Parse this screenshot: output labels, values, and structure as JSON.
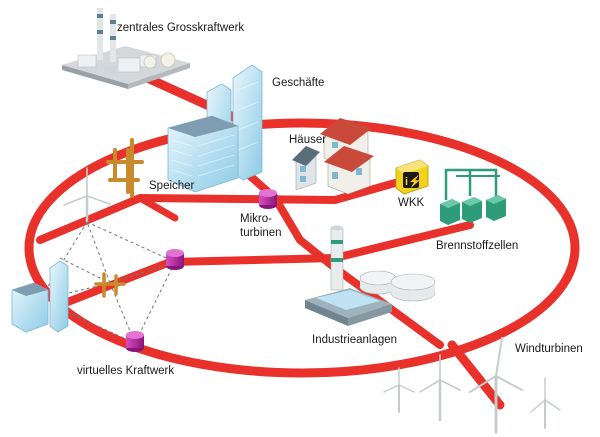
{
  "labels": {
    "grosskraftwerk": "zentrales Grosskraftwerk",
    "geschaefte": "Geschäfte",
    "haeuser": "Häuser",
    "speicher": "Speicher",
    "mikro_line1": "Mikro-",
    "mikro_line2": "turbinen",
    "wkk": "WKK",
    "brennstoffzellen": "Brennstoffzellen",
    "industrieanlagen": "Industrieanlagen",
    "windturbinen": "Windturbinen",
    "virtuelles_kraftwerk": "virtuelles Kraftwerk"
  },
  "colors": {
    "grid_line": "#e8312a",
    "building_glass": "#bfe3f2",
    "storage_purple": "#b0239c",
    "fuel_cell_green": "#2e9c78",
    "speicher_orange": "#c88a2a",
    "wkk_yellow": "#f3d21c"
  },
  "icons": {
    "wkk": "lightning-icon"
  }
}
